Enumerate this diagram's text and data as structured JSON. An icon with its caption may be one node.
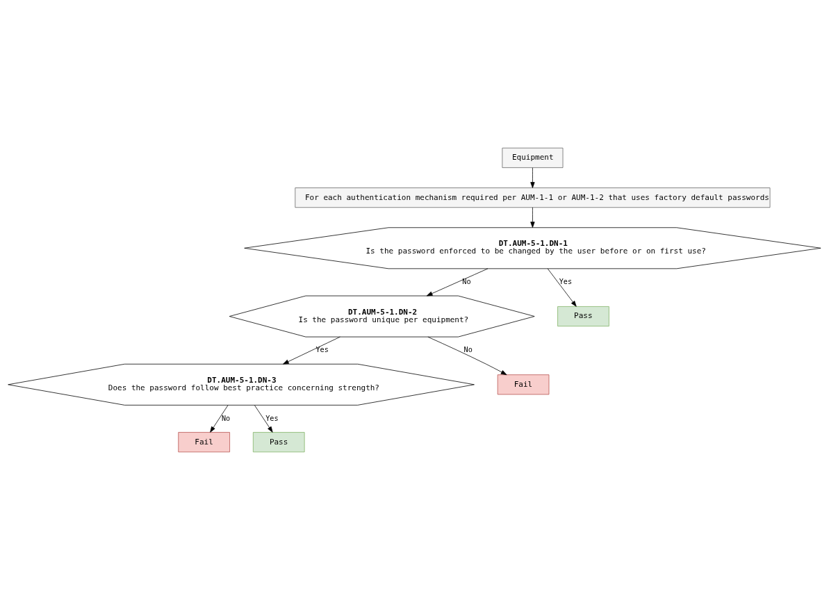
{
  "diagram": {
    "nodes": [
      {
        "text": [
          "Equipment"
        ]
      },
      {
        "text": [
          "For each authentication mechanism required per AUM-1-1 or AUM-1-2 that uses factory default passwords"
        ]
      },
      {
        "text": [
          "DT.AUM-5-1.DN-1",
          "Is the password enforced to be changed by the user before or on first use?"
        ]
      },
      {
        "text": [
          "DT.AUM-5-1.DN-2",
          "Is the password unique per equipment?"
        ]
      },
      {
        "text": [
          "Pass"
        ]
      },
      {
        "text": [
          "DT.AUM-5-1.DN-3",
          "Does the password follow best practice concerning strength?"
        ]
      },
      {
        "text": [
          "Fail"
        ]
      },
      {
        "text": [
          "Fail"
        ]
      },
      {
        "text": [
          "Pass"
        ]
      }
    ],
    "edges": [
      {
        "from": 0,
        "to": 1,
        "arrow": "to"
      },
      {
        "from": 1,
        "to": 2,
        "arrow": "to"
      },
      {
        "from": 2,
        "to": 4,
        "arrow": "to",
        "label": "Yes"
      },
      {
        "from": 2,
        "to": 3,
        "arrow": "to",
        "label": "No"
      },
      {
        "from": 3,
        "to": 5,
        "arrow": "to",
        "label": "Yes"
      },
      {
        "from": 3,
        "to": 6,
        "arrow": "to",
        "label": "No"
      },
      {
        "from": 5,
        "to": 8,
        "arrow": "to",
        "label": "Yes"
      },
      {
        "from": 5,
        "to": 7,
        "arrow": "to",
        "label": "No"
      }
    ]
  }
}
